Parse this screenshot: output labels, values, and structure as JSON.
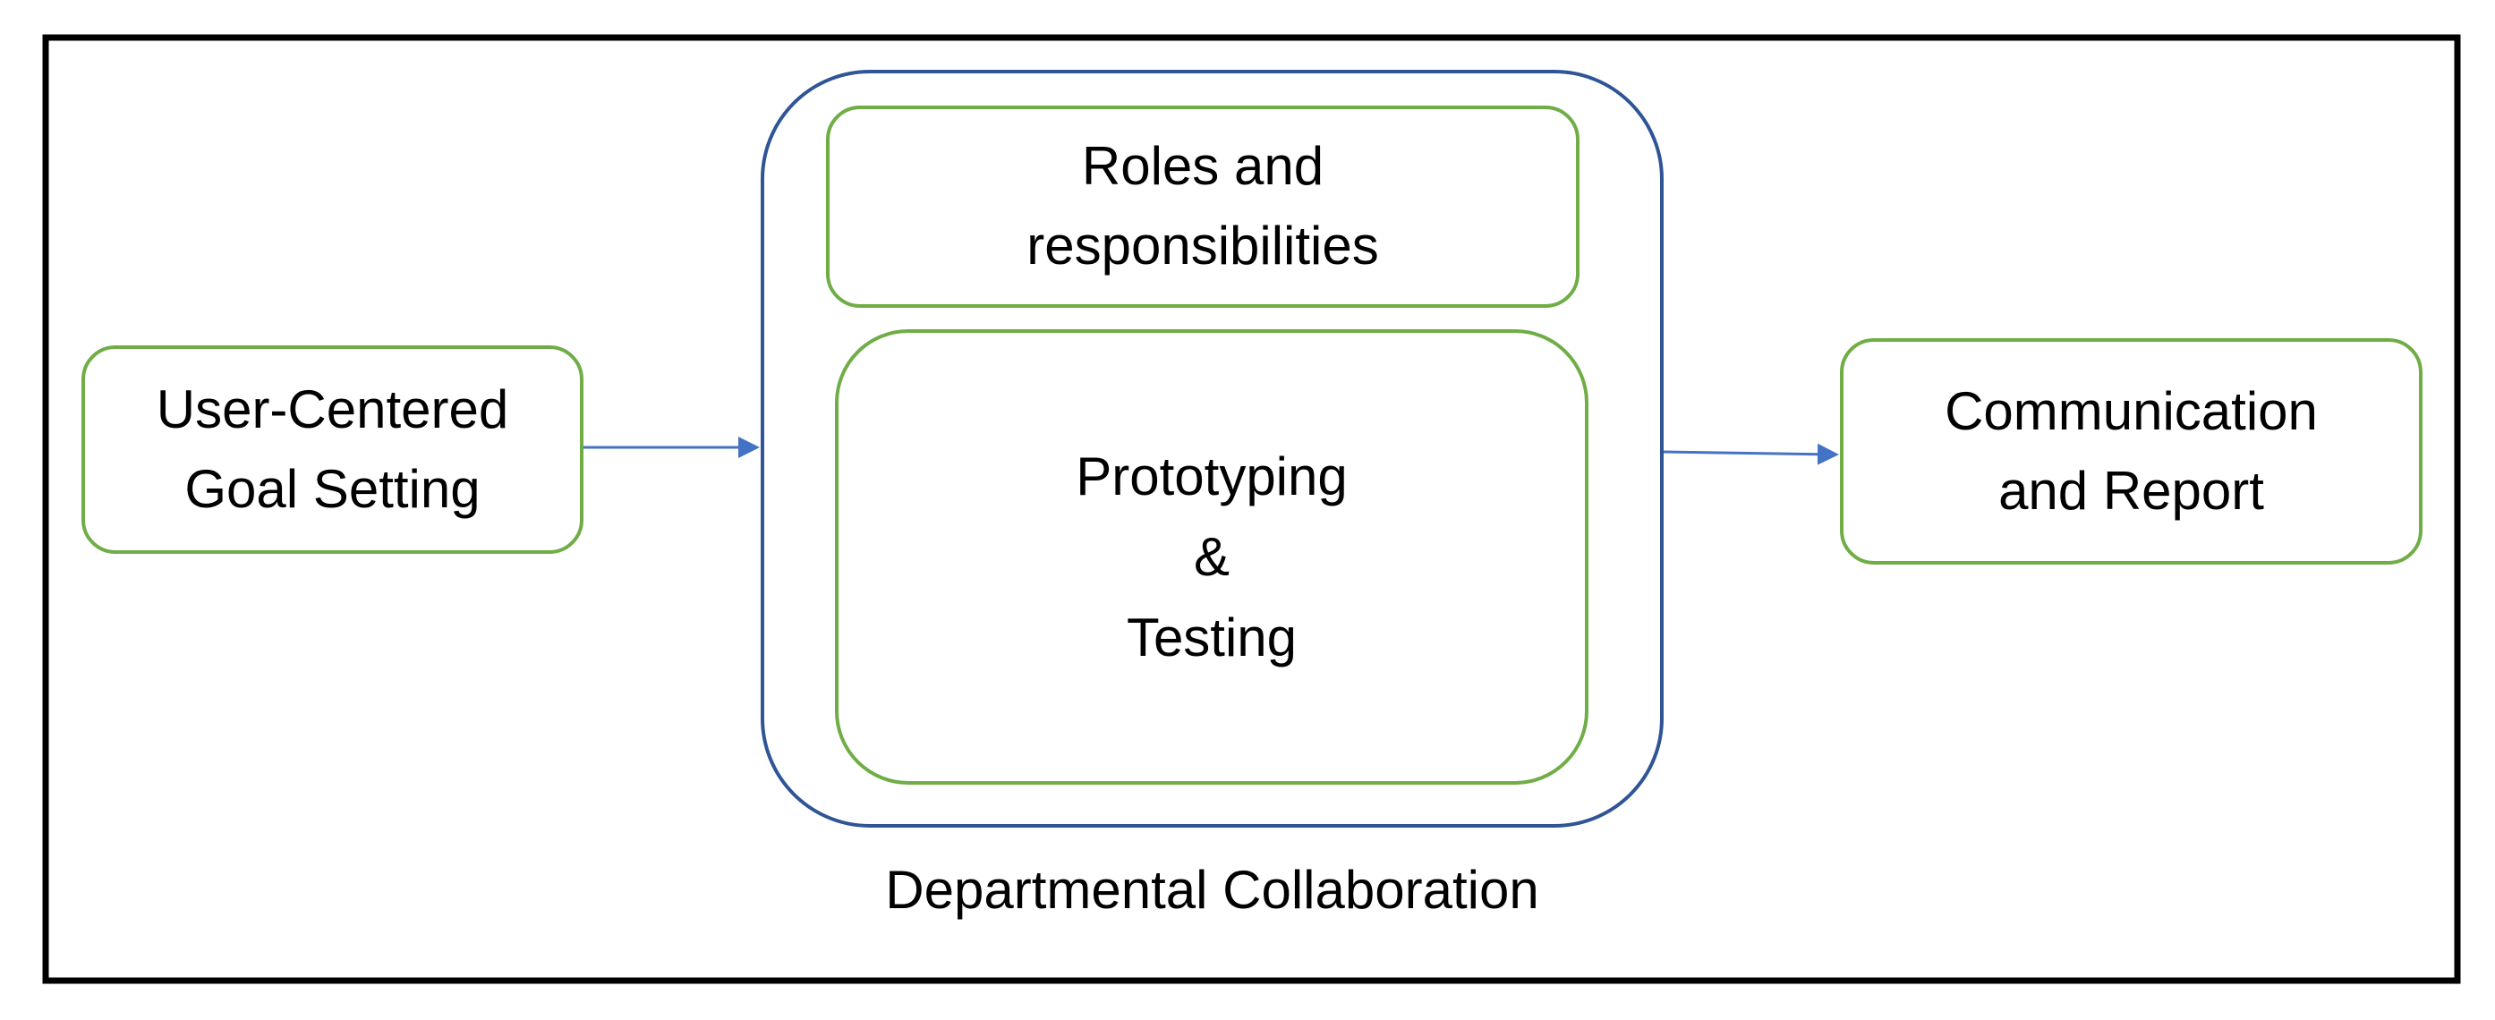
{
  "colors": {
    "frame_border": "#000000",
    "step_border": "#70ad47",
    "container_border": "#2f5597",
    "arrow": "#4472c4",
    "text": "#000000",
    "background": "#ffffff"
  },
  "diagram": {
    "nodes": {
      "goal_setting": {
        "label": "User-Centered\nGoal Setting"
      },
      "roles": {
        "label": "Roles and\nresponsibilities"
      },
      "prototyping": {
        "label": "Prototyping\n&\nTesting"
      },
      "communication": {
        "label": "Communication\nand Report"
      }
    },
    "container": {
      "label": "Departmental Collaboration",
      "children": [
        "roles",
        "prototyping"
      ]
    },
    "edges": [
      {
        "from": "goal_setting",
        "to": "container"
      },
      {
        "from": "container",
        "to": "communication"
      }
    ]
  }
}
